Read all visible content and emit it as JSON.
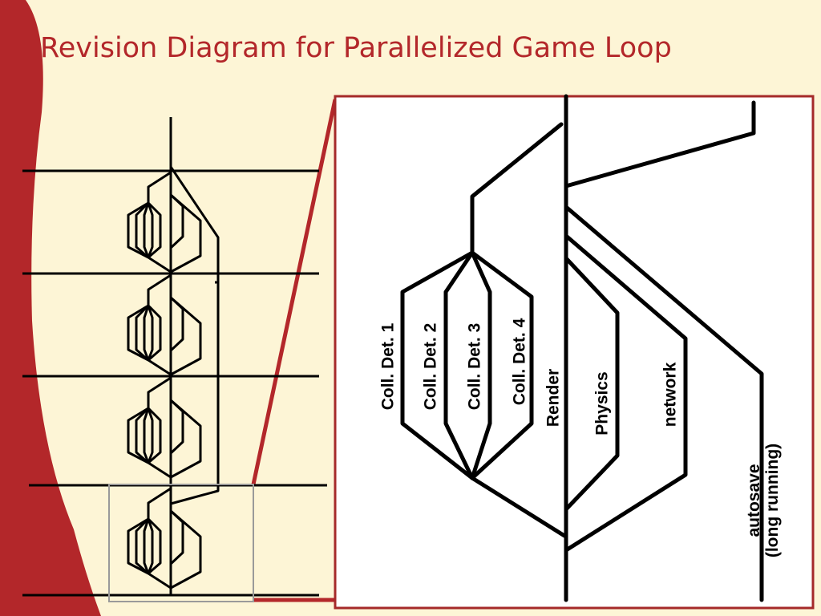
{
  "slide": {
    "title": "Revision Diagram for Parallelized Game Loop"
  },
  "diagram": {
    "labels": {
      "coll_det_1": "Coll. Det. 1",
      "coll_det_2": "Coll. Det. 2",
      "coll_det_3": "Coll. Det. 3",
      "coll_det_4": "Coll. Det. 4",
      "render": "Render",
      "physics": "Physics",
      "network": "network",
      "autosave_line1": "autosave",
      "autosave_line2": "(long running)"
    }
  },
  "colors": {
    "background": "#fdf5d6",
    "accent": "#b3272a",
    "frame": "#a52a2a",
    "ink": "#000000"
  }
}
